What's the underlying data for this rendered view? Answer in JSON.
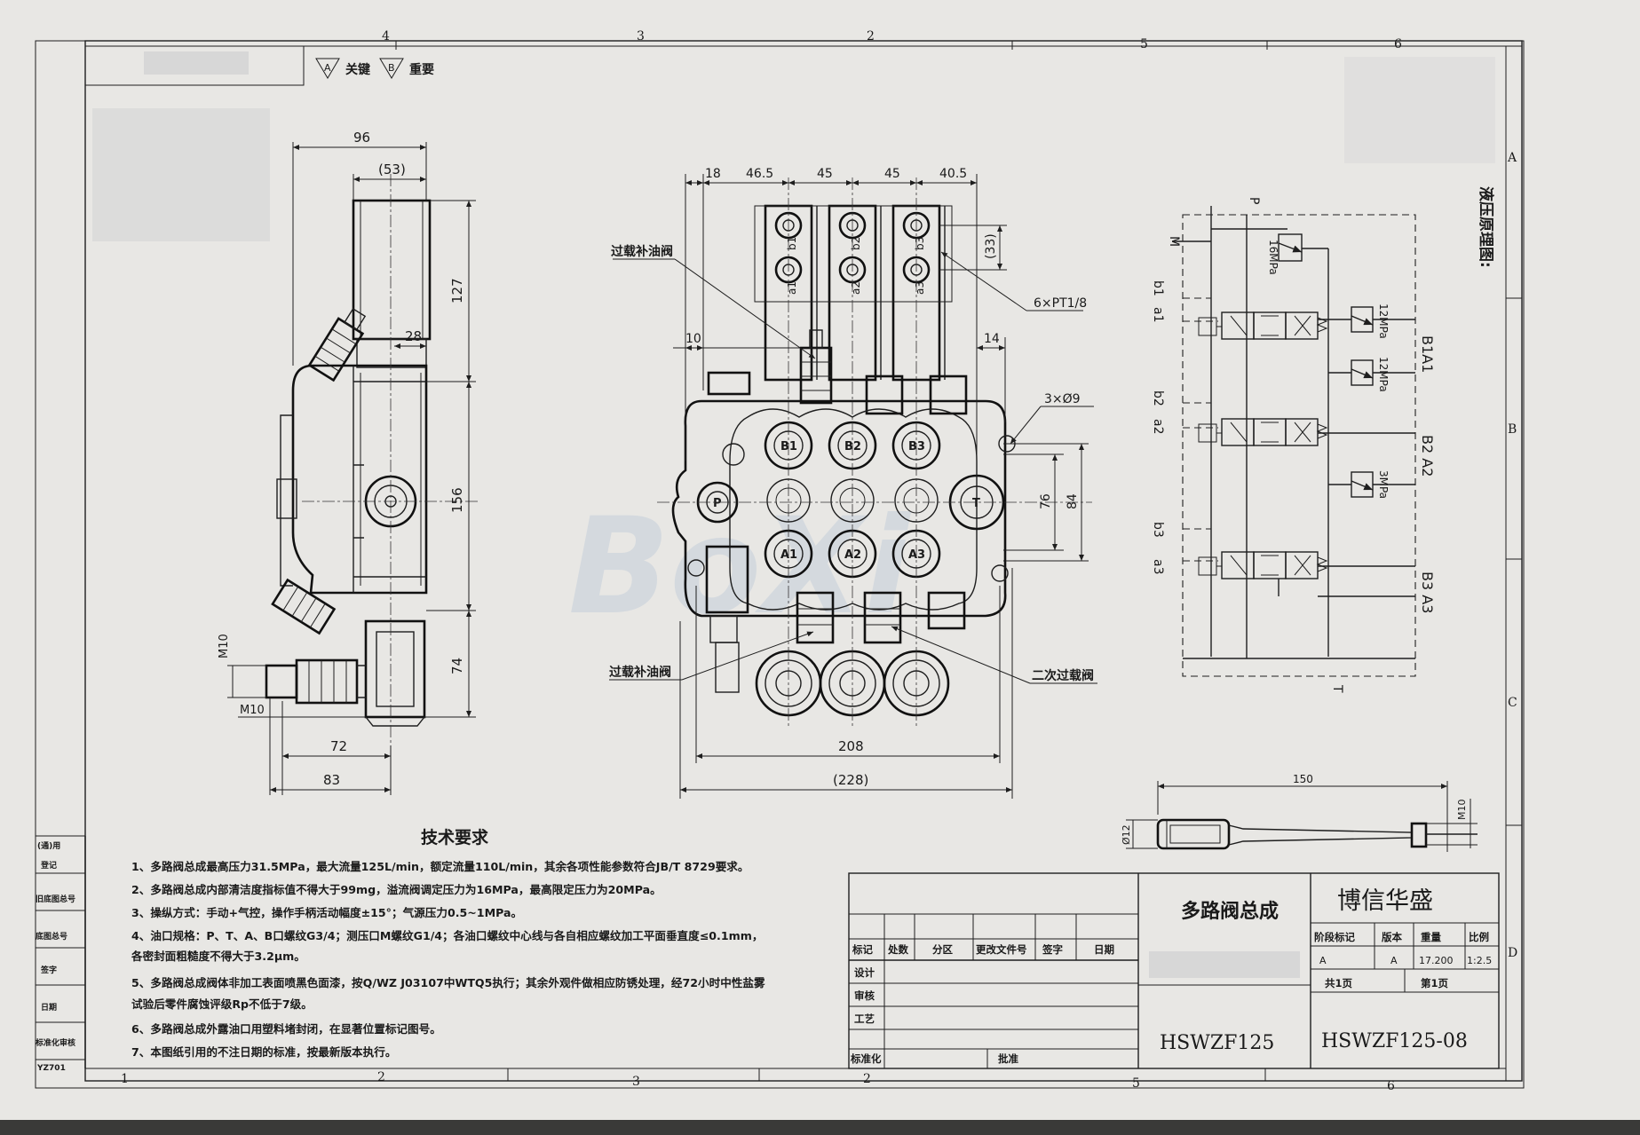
{
  "zones": {
    "top": [
      "4",
      "3",
      "2",
      "5",
      "6"
    ],
    "bottom": [
      "1",
      "2",
      "3",
      "2",
      "5",
      "6"
    ],
    "side": [
      "A",
      "B",
      "C",
      "D"
    ]
  },
  "legend": {
    "key_sym": "A",
    "key_label": "关键",
    "imp_sym": "B",
    "imp_label": "重要"
  },
  "side_view": {
    "dims": [
      "96",
      "(53)",
      "127",
      "28",
      "156",
      "74",
      "M10",
      "M10",
      "72",
      "83"
    ]
  },
  "front_view": {
    "dims_top": [
      "18",
      "46.5",
      "45",
      "45",
      "40.5"
    ],
    "dims_misc": [
      "(33)",
      "10",
      "14",
      "76",
      "84",
      "208",
      "(228)"
    ],
    "ports_b": [
      "b1",
      "b2",
      "b3"
    ],
    "ports_a": [
      "a1",
      "a2",
      "a3"
    ],
    "body_ports_b": [
      "B1",
      "B2",
      "B3"
    ],
    "body_ports_a": [
      "A1",
      "A2",
      "A3"
    ],
    "center_labels": [
      "P",
      "T"
    ],
    "callouts": {
      "overload_top": "过载补油阀",
      "thread_spec": "6×PT1/8",
      "holes": "3×Ø9",
      "overload_bottom": "过载补油阀",
      "secondary_relief": "二次过载阀"
    }
  },
  "schematic": {
    "title": "液压原理图:",
    "P": "P",
    "M": "M",
    "T": "T",
    "pressure_main": "16MPa",
    "pressure_1": "12MPa",
    "pressure_2": "12MPa",
    "pressure_3": "3MPa",
    "left_labels": [
      "b1",
      "a1",
      "b2",
      "a2",
      "b3",
      "a3"
    ],
    "right_labels": [
      "B1A1",
      "B2 A2",
      "B3 A3"
    ]
  },
  "handle": {
    "dim_len": "150",
    "dim_left": "Ø12",
    "dim_right": "M10"
  },
  "tech_requirements": {
    "title": "技术要求",
    "items": [
      "1、多路阀总成最高压力31.5MPa，最大流量125L/min，额定流量110L/min，其余各项性能参数符合JB/T 8729要求。",
      "2、多路阀总成内部清洁度指标值不得大于99mg，溢流阀调定压力为16MPa，最高限定压力为20MPa。",
      "3、操纵方式：手动+气控，操作手柄活动幅度±15°；气源压力0.5~1MPa。",
      "4、油口规格：P、T、A、B口螺纹G3/4；测压口M螺纹G1/4；各油口螺纹中心线与各自相应螺纹加工平面垂直度≤0.1mm，",
      "各密封面粗糙度不得大于3.2μm。",
      "5、多路阀总成阀体非加工表面喷黑色面漆，按Q/WZ J03107中WTQ5执行；其余外观件做相应防锈处理，经72小时中性盐雾",
      "试验后零件腐蚀评级Rp不低于7级。",
      "6、多路阀总成外露油口用塑料堵封闭，在显著位置标记图号。",
      "7、本图纸引用的不注日期的标准，按最新版本执行。"
    ]
  },
  "left_column": [
    "(通)用",
    "登记",
    "旧底图总号",
    "底图总号",
    "签字",
    "日期",
    "标准化审核",
    "YZ701"
  ],
  "title_block": {
    "product_name": "多路阀总成",
    "company": "博信华盛",
    "model": "HSWZF125",
    "drawing_no": "HSWZF125-08",
    "header_labels": [
      "标记",
      "处数",
      "分区",
      "更改文件号",
      "签字",
      "日期"
    ],
    "roles": [
      "设计",
      "审核",
      "工艺",
      "标准化"
    ],
    "approve": "批准",
    "stage_headers": [
      "阶段标记",
      "版本",
      "重量",
      "比例"
    ],
    "stage_values": [
      "A",
      "A",
      "17.200",
      "1:2.5"
    ],
    "pages": [
      "共1页",
      "第1页"
    ]
  }
}
